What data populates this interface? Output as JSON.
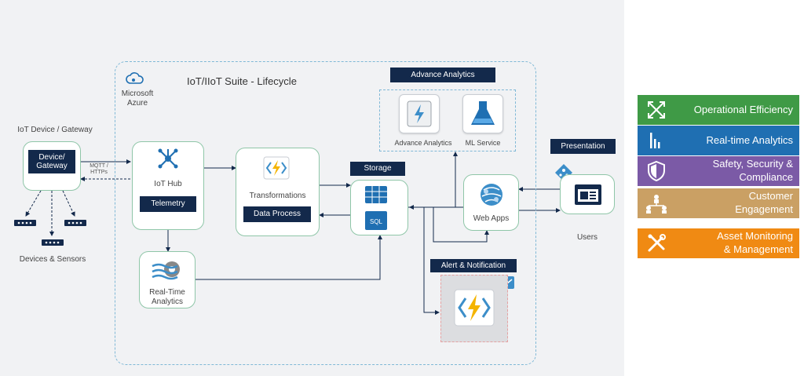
{
  "azure": {
    "label_line1": "Microsoft",
    "label_line2": "Azure"
  },
  "suite_title": "IoT/IIoT Suite - Lifecycle",
  "gateway_section": {
    "title": "IoT Device / Gateway",
    "device_label_line1": "Device/",
    "device_label_line2": "Gateway",
    "devices_label": "Devices & Sensors"
  },
  "protocol": {
    "line1": "MQTT /",
    "line2": "HTTPs"
  },
  "iot_hub": {
    "label": "IoT Hub",
    "sub_label": "Telemetry"
  },
  "transformations": {
    "label": "Transformations",
    "sub_label": "Data Process"
  },
  "storage": {
    "label": "Storage"
  },
  "realtime": {
    "line1": "Real-Time",
    "line2": "Analytics"
  },
  "advance_analytics": {
    "title": "Advance Analytics",
    "item1": "Advance Analytics",
    "item2": "ML Service"
  },
  "web_apps": {
    "label": "Web Apps"
  },
  "presentation": {
    "title": "Presentation",
    "users_label": "Users"
  },
  "alert": {
    "title": "Alert & Notification"
  },
  "legend": [
    {
      "line1": "Operational Efficiency",
      "line2": "",
      "color": "#3f9a46",
      "icon": "expand-icon"
    },
    {
      "line1": "Real-time Analytics",
      "line2": "",
      "color": "#1f6fb2",
      "icon": "bars-icon"
    },
    {
      "line1": "Safety, Security &",
      "line2": "Compliance",
      "color": "#7b5aa6",
      "icon": "shield-icon"
    },
    {
      "line1": "Customer",
      "line2": "Engagement",
      "color": "#caa064",
      "icon": "network-icon"
    },
    {
      "line1": "Asset Monitoring",
      "line2": "& Management",
      "color": "#f08a13",
      "icon": "tools-icon"
    }
  ]
}
